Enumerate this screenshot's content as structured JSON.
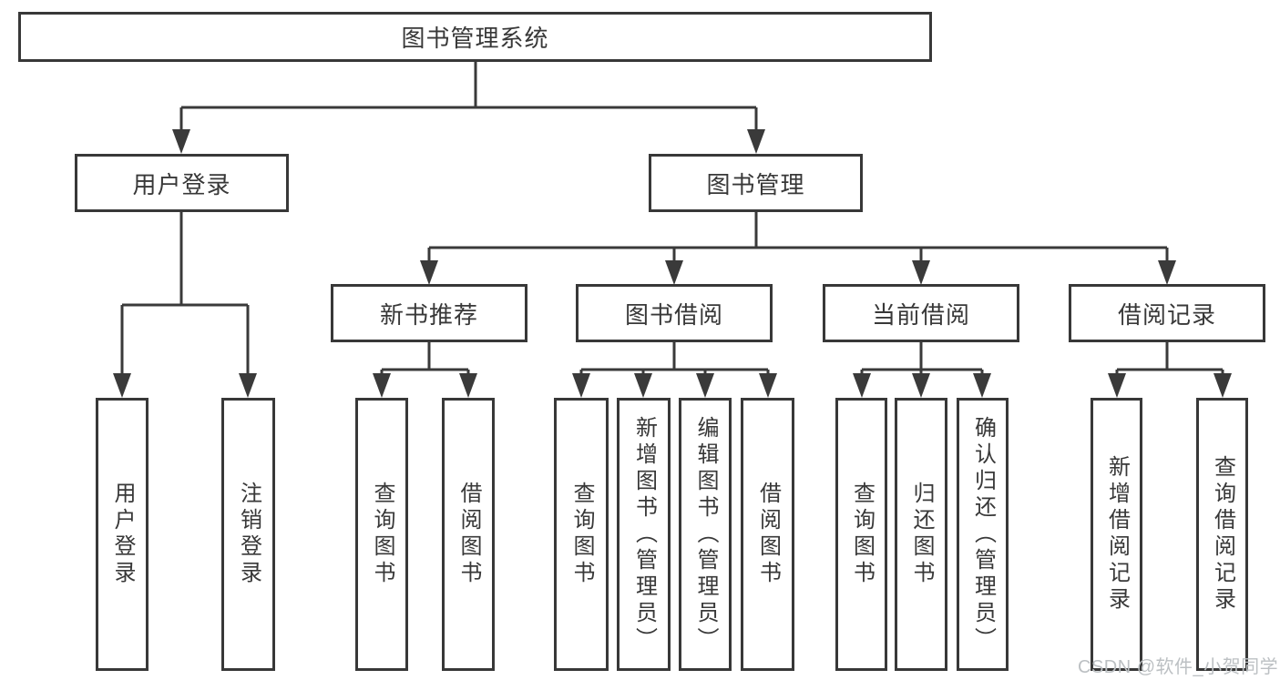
{
  "diagram_title": "图书管理系统",
  "colors": {
    "line": "#3a3a3a",
    "box_border": "#383838",
    "text": "#383838",
    "watermark": "#bcc0c3",
    "background": "#ffffff"
  },
  "tree": {
    "root": "图书管理系统",
    "level1": [
      "用户登录",
      "图书管理"
    ],
    "level2": [
      "新书推荐",
      "图书借阅",
      "当前借阅",
      "借阅记录"
    ],
    "leaves_user_login": [
      "用户登录",
      "注销登录"
    ],
    "leaves_new_book": [
      "查询图书",
      "借阅图书"
    ],
    "leaves_book_borrow": [
      "查询图书",
      "新增图书（管理员）",
      "编辑图书（管理员）",
      "借阅图书"
    ],
    "leaves_current_borrow": [
      "查询图书",
      "归还图书",
      "确认归还（管理员）"
    ],
    "leaves_borrow_record": [
      "新增借阅记录",
      "查询借阅记录"
    ]
  },
  "watermark": "CSDN @软件_小贺同学"
}
